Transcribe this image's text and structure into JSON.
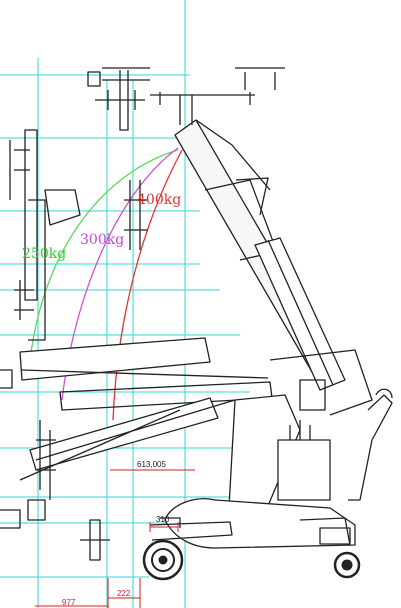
{
  "labels": {
    "load_250": "250kg",
    "load_300": "300kg",
    "load_400": "400kg"
  },
  "dimensions": {
    "d613": "613,005",
    "d310": "310",
    "d222": "222",
    "d977": "977"
  },
  "colors": {
    "grid": "#33d6d6",
    "line": "#222222",
    "curve_250": "#5cd65c",
    "curve_300": "#d24fd2",
    "curve_400": "#e03333",
    "label_250": "#33cc33",
    "label_300": "#cc44cc",
    "label_400": "#dd3333",
    "dimension": "#cc2222"
  }
}
